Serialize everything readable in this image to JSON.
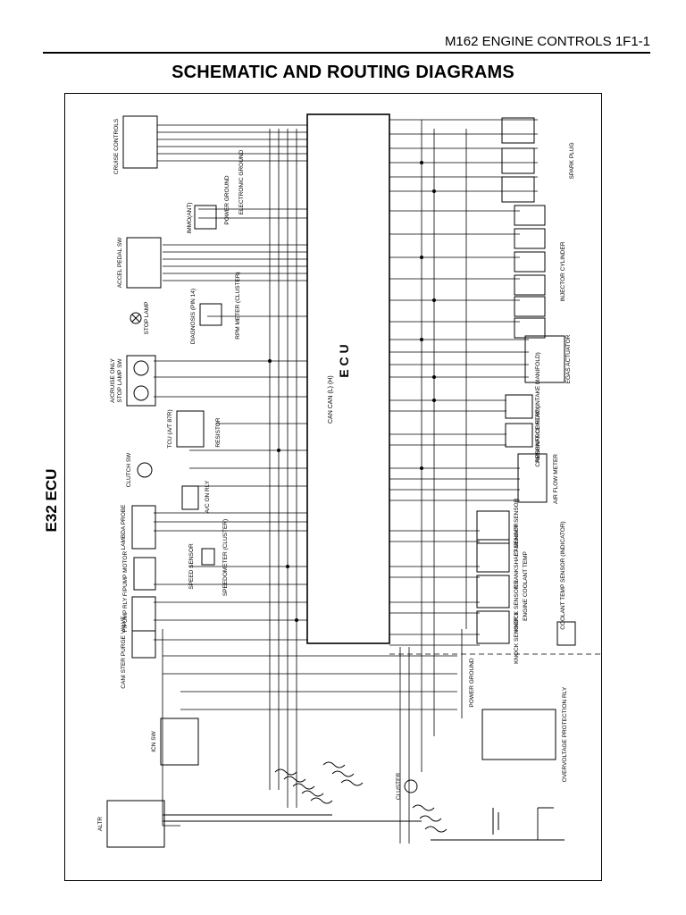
{
  "header": {
    "section_title": "M162 ENGINE CONTROLS  1F1-1",
    "page_title": "SCHEMATIC AND ROUTING DIAGRAMS",
    "side_label": "E32 ECU"
  },
  "schematic": {
    "ecu_label": "E C U",
    "can_label": "CAN  CAN\n(L)  (H)",
    "components_left": [
      "CRUISE CONTROLS",
      "IMMO(ANT)",
      "ACCEL PEDAL SW",
      "DIAGNOSIS (PIN 14)",
      "STOP LAMP",
      "STOP LAMP SW",
      "A/CRUISE ONLY",
      "TCU (A/T 87R)",
      "CLUTCH SW",
      "A/C ON RLY",
      "LAMBDA PROBE",
      "F/PUMP MOTOR",
      "SPEED SENSOR",
      "F/PUMP RLY",
      "CANI STER PURGE VALVE",
      "ICN SW",
      "ALTR",
      "POWER GROUND",
      "ELECTRONIC GROUND",
      "RPM METER (CLUSTER)",
      "SPEEDOMETER (CLUSTER)",
      "RESISTOR"
    ],
    "components_right": [
      "SPARK PLUG",
      "INJECTOR CYLINDER",
      "EGAS ACTUATOR",
      "RESONANCE FLAP (INTAKE MANIFOLD)",
      "CAMSHAFT CONTROL",
      "AIR FLOW METER",
      "CAMSHAFT SENSOR",
      "CRANKSHAFT SENSOR",
      "ENGINE COOLANT TEMP",
      "KNOCK SENSOR 2",
      "KNOCK SENSOR 1",
      "COOLANT TEMP SENSOR (INDICATOR)",
      "OVERVOLTAGE PROTECTION RLY",
      "CLUSTER",
      "POWER GROUND"
    ]
  }
}
